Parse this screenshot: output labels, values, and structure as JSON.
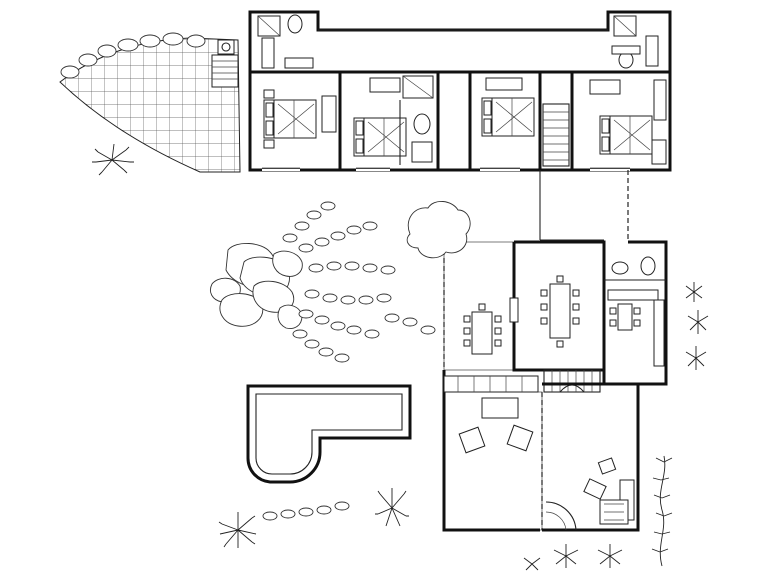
{
  "diagram": {
    "kind": "architectural floor plan",
    "text_labels": []
  },
  "colors": {
    "ink": "#111111",
    "paper": "#ffffff",
    "hatch": "#555555"
  },
  "rooms": {
    "bedrooms": 4,
    "bathrooms": 4,
    "dining_tables": 2,
    "staircases": 2,
    "pools": 1
  }
}
